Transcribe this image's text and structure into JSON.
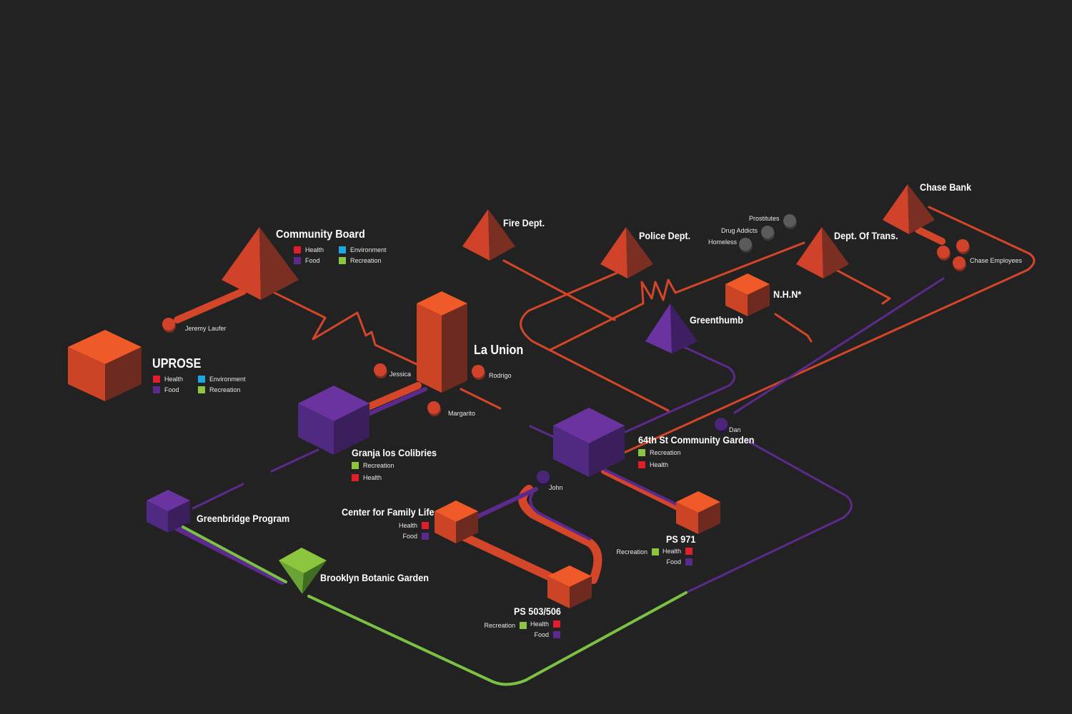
{
  "colors": {
    "background": "#232222",
    "orange": "#f05a28",
    "purple": "#5c2a8c",
    "green": "#7bc143",
    "health": "#e21d2b",
    "food": "#5c2a8c",
    "environment": "#1ba7e1",
    "recreation": "#8cc63f",
    "gray": "#5b5b5b"
  },
  "legend_labels": {
    "health": "Health",
    "food": "Food",
    "environment": "Environment",
    "recreation": "Recreation"
  },
  "organizations": {
    "community_board": "Community Board",
    "uprose": "UPROSE",
    "fire_dept": "Fire Dept.",
    "police_dept": "Police Dept.",
    "dept_of_trans": "Dept. Of Trans.",
    "chase_bank": "Chase Bank",
    "nhn": "N.H.N*",
    "greenthumb": "Greenthumb",
    "la_union": "La Union",
    "granja": "Granja los Colibries",
    "community_garden": "64th St Community Garden",
    "greenbridge": "Greenbridge Program",
    "botanic_garden": "Brooklyn Botanic Garden",
    "family_life": "Center for Family Life",
    "ps971": "PS 971",
    "ps503": "PS 503/506"
  },
  "people": {
    "jeremy": "Jeremy Laufer",
    "jessica": "Jessica",
    "rodrigo": "Rodrigo",
    "margarito": "Margarito",
    "prostitutes": "Prostitutes",
    "drug_addicts": "Drug Addicts",
    "homeless": "Homeless",
    "chase_employees": "Chase Employees",
    "dan": "Dan",
    "john": "John"
  }
}
